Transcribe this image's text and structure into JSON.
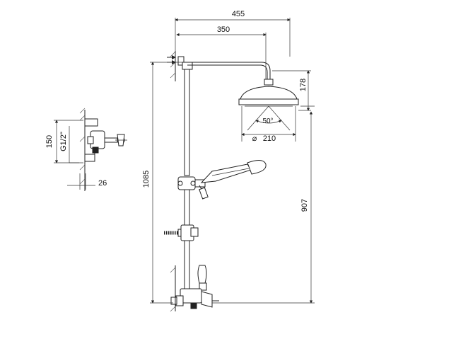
{
  "diagram": {
    "dimensions": {
      "total_width": "455",
      "arm_length": "350",
      "head_height": "178",
      "spray_angle": "50°",
      "head_diameter": "210",
      "total_height": "1085",
      "handshower_height": "907",
      "inlet_spacing": "150",
      "thread": "G1/2\"",
      "wall_offset": "26"
    },
    "symbols": {
      "diameter": "⌀"
    }
  }
}
